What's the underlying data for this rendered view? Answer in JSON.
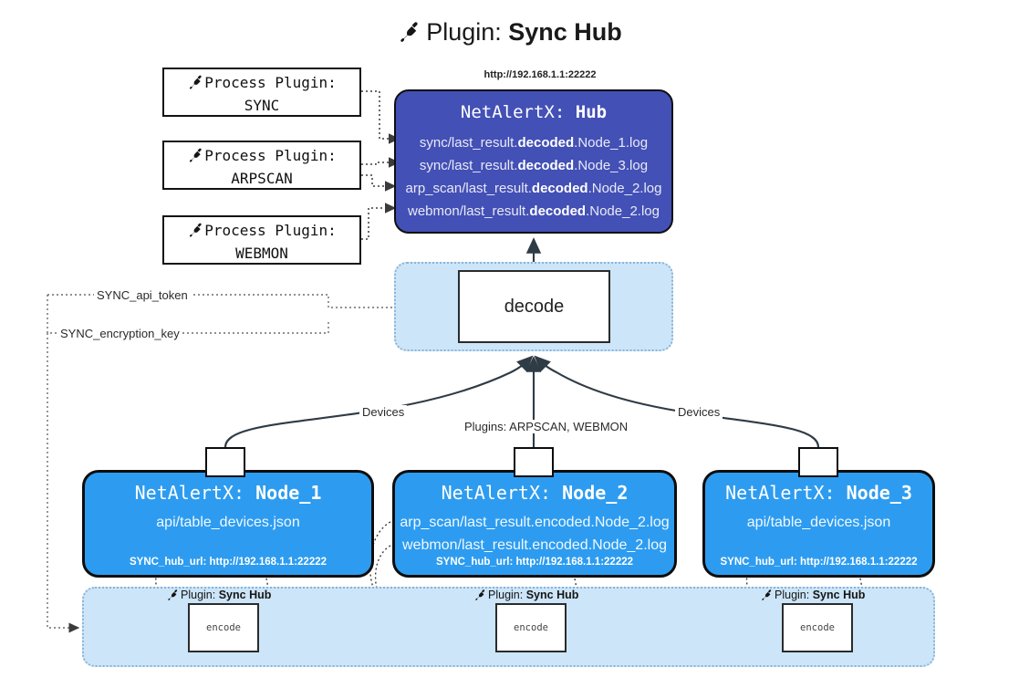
{
  "title": {
    "icon": "plug-icon",
    "prefix": "Plugin:",
    "name": "Sync Hub"
  },
  "process_plugins": [
    {
      "icon": "plug-icon",
      "line1": "Process Plugin:",
      "line2": "SYNC"
    },
    {
      "icon": "plug-icon",
      "line1": "Process Plugin:",
      "line2": "ARPSCAN"
    },
    {
      "icon": "plug-icon",
      "line1": "Process Plugin:",
      "line2": "WEBMON"
    }
  ],
  "hub": {
    "url": "http://192.168.1.1:22222",
    "title_prefix": "NetAlertX:",
    "title_name": "Hub",
    "logs": [
      {
        "pre": "sync/last_result.",
        "em": "decoded",
        "post": ".Node_1.log"
      },
      {
        "pre": "sync/last_result.",
        "em": "decoded",
        "post": ".Node_3.log"
      },
      {
        "pre": "arp_scan/last_result.",
        "em": "decoded",
        "post": ".Node_2.log"
      },
      {
        "pre": "webmon/last_result.",
        "em": "decoded",
        "post": ".Node_2.log"
      }
    ]
  },
  "decode": {
    "label": "decode"
  },
  "edge_labels": {
    "api_token": "SYNC_api_token",
    "encryption_key": "SYNC_encryption_key",
    "devices_left": "Devices",
    "devices_right": "Devices",
    "plugins_mid": "Plugins: ARPSCAN, WEBMON"
  },
  "nodes": [
    {
      "icon": "envelope-icon",
      "title_prefix": "NetAlertX:",
      "title_name": "Node_1",
      "lines": [
        "api/table_devices.json"
      ],
      "footer": "SYNC_hub_url: http://192.168.1.1:22222"
    },
    {
      "icon": "envelope-icon",
      "title_prefix": "NetAlertX:",
      "title_name": "Node_2",
      "lines": [
        "arp_scan/last_result.encoded.Node_2.log",
        "webmon/last_result.encoded.Node_2.log"
      ],
      "footer": "SYNC_hub_url: http://192.168.1.1:22222"
    },
    {
      "icon": "envelope-icon",
      "title_prefix": "NetAlertX:",
      "title_name": "Node_3",
      "lines": [
        "api/table_devices.json"
      ],
      "footer": "SYNC_hub_url: http://192.168.1.1:22222"
    }
  ],
  "encoders": [
    {
      "icon": "plug-icon",
      "caption_prefix": "Plugin:",
      "caption_name": "Sync Hub",
      "label": "encode"
    },
    {
      "icon": "plug-icon",
      "caption_prefix": "Plugin:",
      "caption_name": "Sync Hub",
      "label": "encode"
    },
    {
      "icon": "plug-icon",
      "caption_prefix": "Plugin:",
      "caption_name": "Sync Hub",
      "label": "encode"
    }
  ],
  "colors": {
    "hub_fill": "#4350b5",
    "node_fill": "#2d9cf0",
    "container_fill": "#cce5f8",
    "container_border": "#8ab4d8",
    "stroke": "#2f3b45"
  }
}
